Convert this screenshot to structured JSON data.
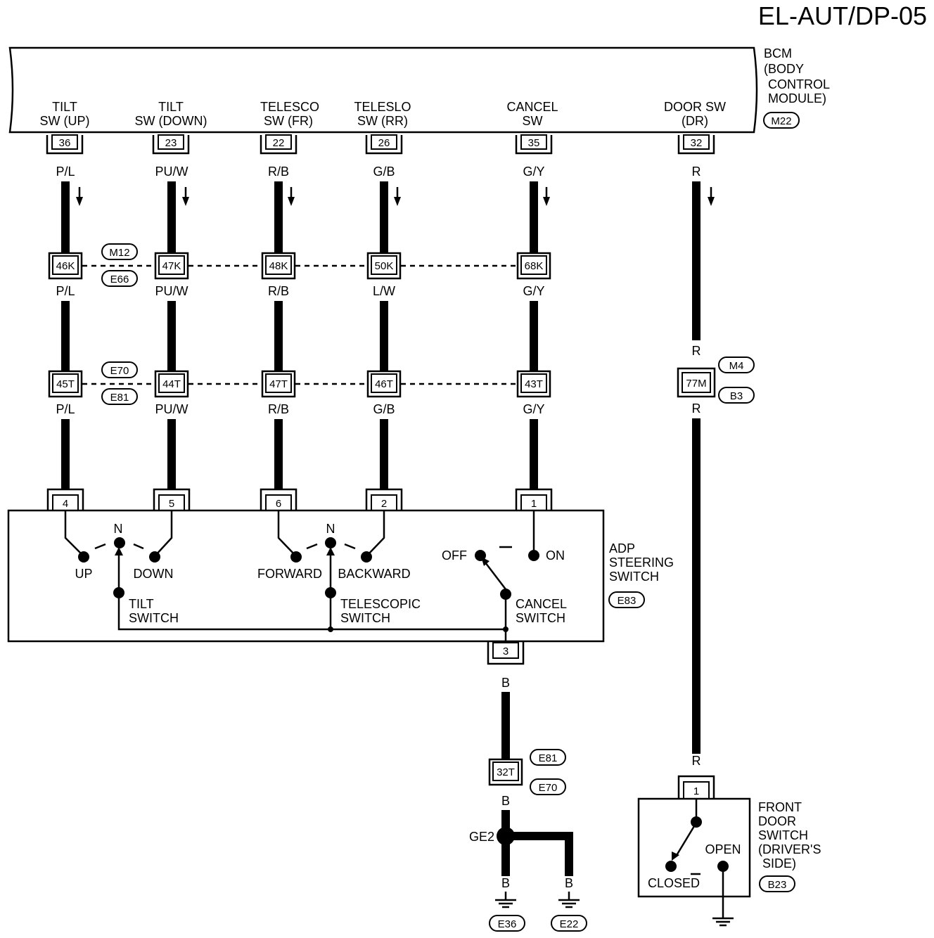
{
  "page_code": "EL-AUT/DP-05",
  "bcm": {
    "label_lines": [
      "BCM",
      "(BODY",
      "CONTROL",
      "MODULE)"
    ],
    "connector": "M22",
    "terminals": [
      {
        "name_lines": [
          "TILT",
          "SW (UP)"
        ],
        "pin": "36"
      },
      {
        "name_lines": [
          "TILT",
          "SW (DOWN)"
        ],
        "pin": "23"
      },
      {
        "name_lines": [
          "TELESCO",
          "SW (FR)"
        ],
        "pin": "22"
      },
      {
        "name_lines": [
          "TELESLO",
          "SW (RR)"
        ],
        "pin": "26"
      },
      {
        "name_lines": [
          "CANCEL",
          "SW"
        ],
        "pin": "35"
      },
      {
        "name_lines": [
          "DOOR SW",
          "(DR)"
        ],
        "pin": "32"
      }
    ]
  },
  "circuits": [
    {
      "color_top": "P/L",
      "k_pin": "46K",
      "color_mid": "P/L",
      "t_pin": "45T",
      "color_bot": "P/L",
      "switch_pin": "4"
    },
    {
      "color_top": "PU/W",
      "k_pin": "47K",
      "color_mid": "PU/W",
      "t_pin": "44T",
      "color_bot": "PU/W",
      "switch_pin": "5"
    },
    {
      "color_top": "R/B",
      "k_pin": "48K",
      "color_mid": "R/B",
      "t_pin": "47T",
      "color_bot": "R/B",
      "switch_pin": "6"
    },
    {
      "color_top": "G/B",
      "k_pin": "50K",
      "color_mid": "L/W",
      "t_pin": "46T",
      "color_bot": "G/B",
      "switch_pin": "2"
    },
    {
      "color_top": "G/Y",
      "k_pin": "68K",
      "color_mid": "G/Y",
      "t_pin": "43T",
      "color_bot": "G/Y",
      "switch_pin": "1"
    }
  ],
  "connectors": {
    "k_top": "M12",
    "k_bottom": "E66",
    "t_top": "E70",
    "t_bottom": "E81",
    "door_top": "M4",
    "door_bottom": "B3",
    "door_pin": "77M"
  },
  "door_wire": {
    "color1": "R",
    "color2": "R",
    "color3": "R",
    "color4": "R"
  },
  "adp_switch": {
    "label_lines": [
      "ADP",
      "STEERING",
      "SWITCH"
    ],
    "connector": "E83",
    "tilt": {
      "up": "UP",
      "neutral": "N",
      "down": "DOWN",
      "label_lines": [
        "TILT",
        "SWITCH"
      ]
    },
    "telescopic": {
      "forward": "FORWARD",
      "neutral": "N",
      "backward": "BACKWARD",
      "label_lines": [
        "TELESCOPIC",
        "SWITCH"
      ]
    },
    "cancel": {
      "off": "OFF",
      "on": "ON",
      "label_lines": [
        "CANCEL",
        "SWITCH"
      ]
    },
    "ground_pin": "3"
  },
  "ground_circuit": {
    "color1": "B",
    "pin": "32T",
    "conn_top": "E81",
    "conn_bottom": "E70",
    "color2": "B",
    "splice": "GE2",
    "color3": "B",
    "color4": "B",
    "ground1": "E36",
    "ground2": "E22"
  },
  "door_switch": {
    "label_lines": [
      "FRONT",
      "DOOR",
      "SWITCH",
      "(DRIVER'S",
      "SIDE)"
    ],
    "connector": "B23",
    "pin": "1",
    "open": "OPEN",
    "closed": "CLOSED"
  }
}
